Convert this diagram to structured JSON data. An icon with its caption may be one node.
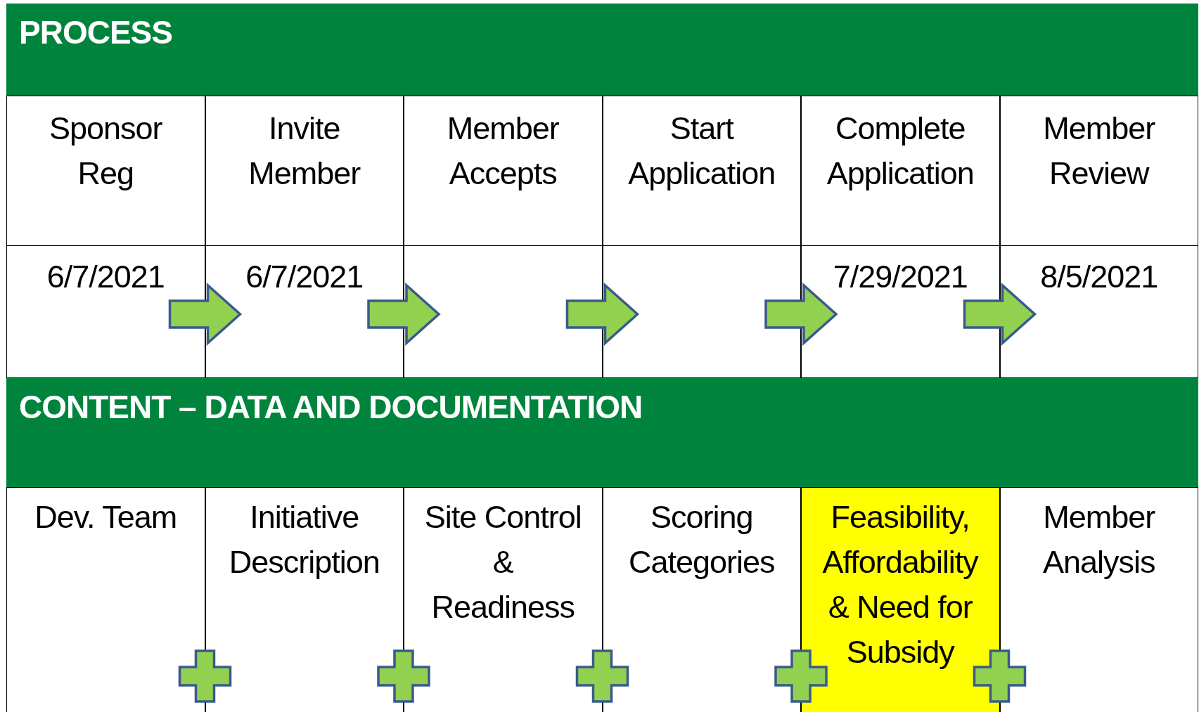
{
  "diagram": {
    "nodes": [
      {
        "text": [
          "PROCESS"
        ]
      },
      {
        "text": [
          "Sponsor Reg",
          "6/7/2021"
        ]
      },
      {
        "text": [
          "Invite Member",
          "6/7/2021"
        ]
      },
      {
        "text": [
          "Member Accepts"
        ]
      },
      {
        "text": [
          "Start Application"
        ]
      },
      {
        "text": [
          "Complete Application",
          "7/29/2021"
        ]
      },
      {
        "text": [
          "Member Review",
          "8/5/2021"
        ]
      },
      {
        "text": [
          "CONTENT – DATA AND DOCUMENTATION"
        ]
      },
      {
        "text": [
          "Dev. Team"
        ]
      },
      {
        "text": [
          "Initiative Description"
        ]
      },
      {
        "text": [
          "Site Control & Readiness"
        ]
      },
      {
        "text": [
          "Scoring Categories"
        ]
      },
      {
        "text": [
          "Feasibility, Affordability & Need for Subsidy"
        ]
      },
      {
        "text": [
          "Member Analysis"
        ]
      }
    ],
    "edges": [
      {
        "from": 1,
        "to": 2,
        "arrow": "to"
      },
      {
        "from": 2,
        "to": 3,
        "arrow": "to"
      },
      {
        "from": 3,
        "to": 4,
        "arrow": "to"
      },
      {
        "from": 4,
        "to": 5,
        "arrow": "to"
      },
      {
        "from": 5,
        "to": 6,
        "arrow": "to"
      }
    ]
  }
}
